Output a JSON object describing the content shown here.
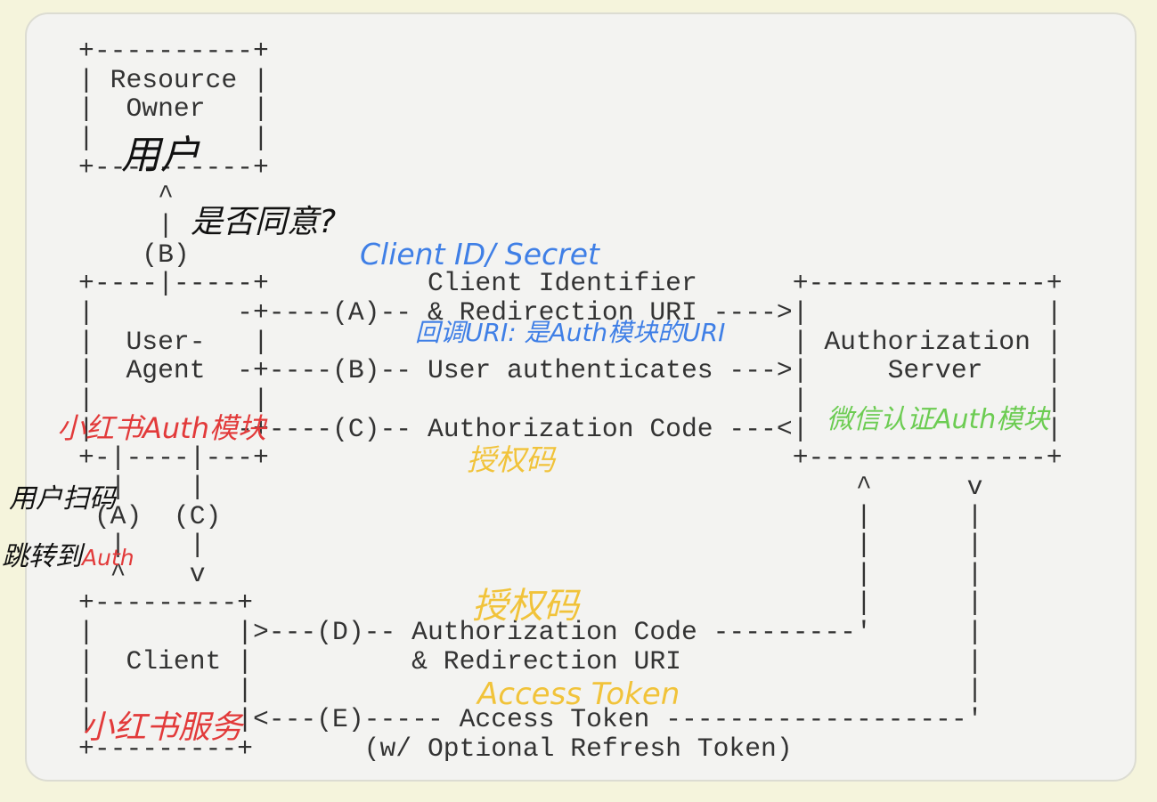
{
  "diagram_lines": [
    "+----------+",
    "| Resource |",
    "|  Owner   |",
    "|          |",
    "+----------+",
    "     ^",
    "     |",
    "    (B)",
    "+----|-----+          Client Identifier      +---------------+",
    "|         -+----(A)-- & Redirection URI ---->|               |",
    "|  User-   |                                 | Authorization |",
    "|  Agent  -+----(B)-- User authenticates --->|     Server    |",
    "|          |                                 |               |",
    "|         -+----(C)-- Authorization Code ---<|               |",
    "+-|----|---+                                 +---------------+",
    "  |    |                                         ^      v",
    " (A)  (C)                                        |      |",
    "  |    |                                         |      |",
    "  ^    v                                         |      |",
    "+---------+                                      |      |",
    "|         |>---(D)-- Authorization Code ---------'      |",
    "|  Client |          & Redirection URI                  |",
    "|         |                                             |",
    "|         |<---(E)----- Access Token -------------------'",
    "+---------+       (w/ Optional Refresh Token)"
  ],
  "annotations": {
    "resource_owner": "用户",
    "consent": "是否同意?",
    "client_id": "Client ID/ Secret",
    "redirect_uri": "回调URI: 是Auth模块的URI",
    "xhs_auth_module": "小红书Auth模块",
    "wechat_auth_module": "微信认证Auth模块",
    "auth_code_1": "授权码",
    "scan_code": "用户扫码",
    "jump_to": "跳转到",
    "jump_auth": "Auth",
    "auth_code_2": "授权码",
    "access_token": "Access Token",
    "xhs_service": "小红书服务"
  },
  "colors": {
    "background": "#f5f4dc",
    "card": "#f3f3f1",
    "text": "#333333",
    "blue": "#3f7fe6",
    "red": "#e23a3a",
    "yellow": "#f1c33a",
    "green": "#6ccc52"
  }
}
